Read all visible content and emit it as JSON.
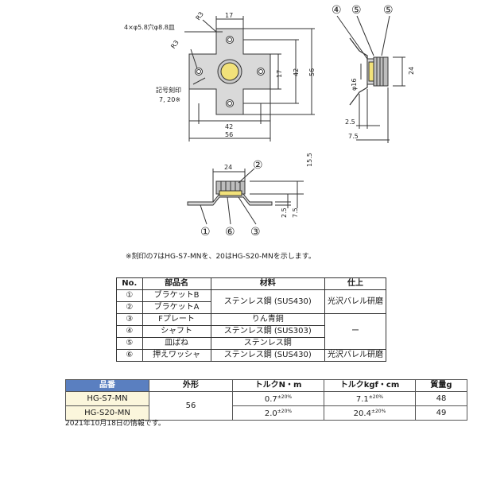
{
  "drawing": {
    "dim_r3_top": "R3",
    "dim_17_top": "17",
    "hole_spec": "4×φ5.8穴φ8.8皿",
    "dim_r3_left": "R3",
    "mark_label": "記号刻印",
    "mark_values": "7, 20※",
    "dim_17_right": "17",
    "dim_42_right": "42",
    "dim_56_right": "56",
    "dim_42_bottom": "42",
    "dim_56_bottom": "56",
    "side_callouts": [
      "④",
      "⑤",
      "⑤"
    ],
    "dim_24_side": "24",
    "dim_phi16": "φ16",
    "dim_2_5_side": "2.5",
    "dim_7_5_side": "7.5",
    "dim_24_front": "24",
    "dim_15_5": "15.5",
    "dim_2_5_front": "2.5",
    "dim_7_5_front": "7.5",
    "front_callouts": [
      "②",
      "①",
      "⑥",
      "③"
    ]
  },
  "note": "※刻印の7はHG-S7-MNを、20はHG-S20-MNを示します。",
  "materials": {
    "headers": [
      "No.",
      "部品名",
      "材料",
      "仕上"
    ],
    "rows": [
      {
        "no": "①",
        "name": "ブラケットB",
        "material": "ステンレス鋼 (SUS430)",
        "finish": "光沢バレル研磨"
      },
      {
        "no": "②",
        "name": "ブラケットA",
        "material": "",
        "finish": ""
      },
      {
        "no": "③",
        "name": "Fプレート",
        "material": "りん青銅",
        "finish": "ー"
      },
      {
        "no": "④",
        "name": "シャフト",
        "material": "ステンレス鋼 (SUS303)",
        "finish": ""
      },
      {
        "no": "⑤",
        "name": "皿ばね",
        "material": "ステンレス鋼",
        "finish": ""
      },
      {
        "no": "⑥",
        "name": "押えワッシャ",
        "material": "ステンレス鋼 (SUS430)",
        "finish": "光沢バレル研磨"
      }
    ]
  },
  "spec": {
    "headers": [
      "品番",
      "外形",
      "トルクN・m",
      "トルクkgf・cm",
      "質量g"
    ],
    "tolerance": "±20%",
    "shape": "56",
    "rows": [
      {
        "part": "HG-S7-MN",
        "torque_nm": "0.7",
        "torque_kgf": "7.1",
        "mass": "48"
      },
      {
        "part": "HG-S20-MN",
        "torque_nm": "2.0",
        "torque_kgf": "20.4",
        "mass": "49"
      }
    ]
  },
  "date_note": "2021年10月18日の情報です。"
}
